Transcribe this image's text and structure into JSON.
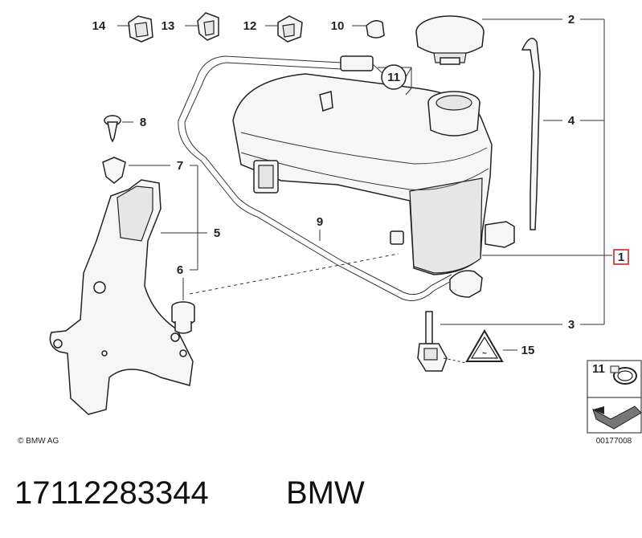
{
  "diagram": {
    "callouts": {
      "c1": "1",
      "c2": "2",
      "c3": "3",
      "c4": "4",
      "c5": "5",
      "c6": "6",
      "c7": "7",
      "c8": "8",
      "c9": "9",
      "c10": "10",
      "c11": "11",
      "c12": "12",
      "c13": "13",
      "c14": "14",
      "c15": "15"
    },
    "copyright": "© BMW AG",
    "legend": {
      "label": "11",
      "image_number": "00177008"
    },
    "highlight_color": "#d22222"
  },
  "caption": {
    "part_number": "17112283344",
    "brand": "BMW"
  }
}
